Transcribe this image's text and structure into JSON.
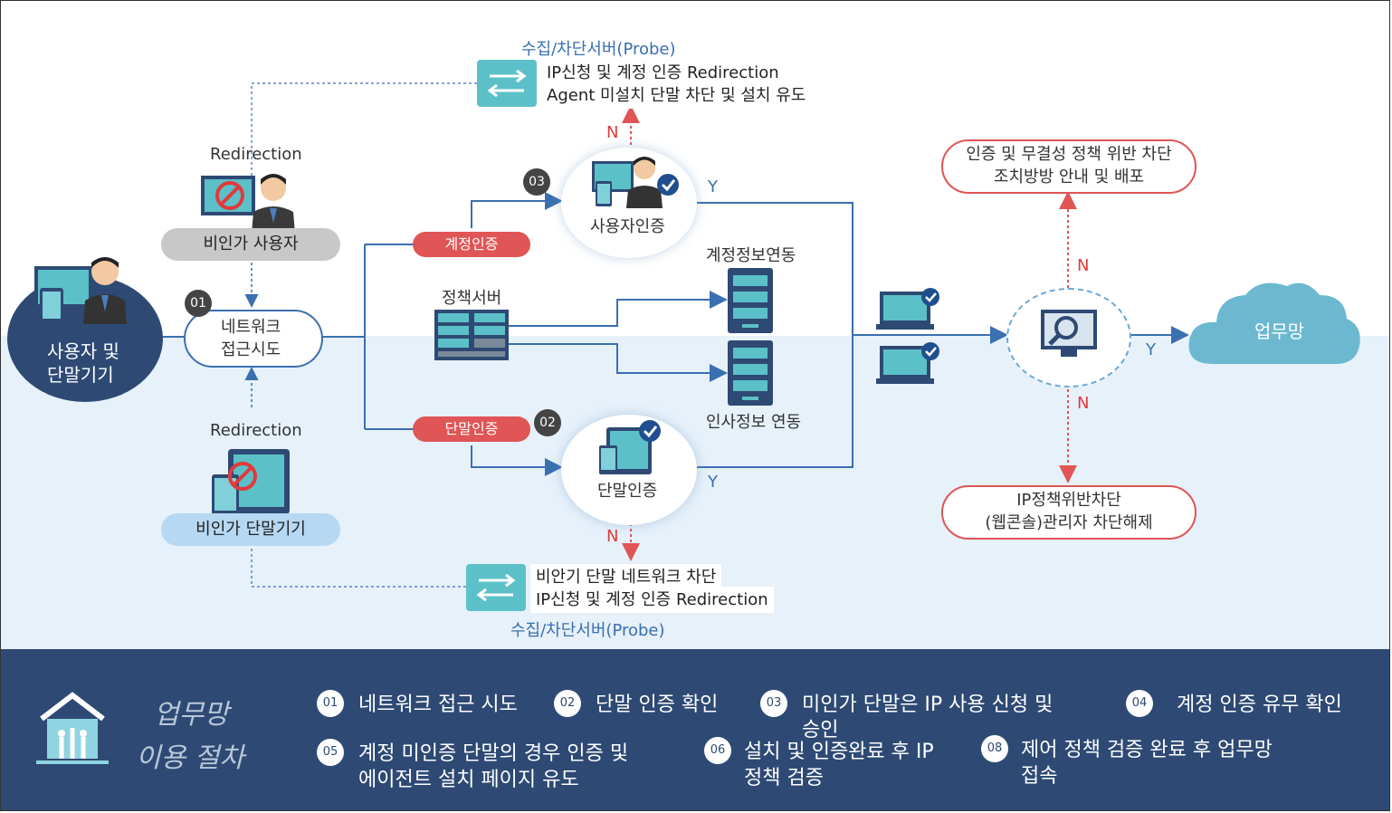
{
  "probe_top": {
    "title": "수집/차단서버(Probe)",
    "line1": "IP신청 및 계정 인증 Redirection",
    "line2": "Agent 미설치 단말 차단 및 설치 유도"
  },
  "probe_bottom": {
    "title": "수집/차단서버(Probe)",
    "line1": "비안기 단말 네트워크 차단",
    "line2": "IP신청 및 계정 인증 Redirection"
  },
  "redirection_label": "Redirection",
  "unauthorized_user": "비인가 사용자",
  "unauthorized_device": "비인가 단말기기",
  "user_device": {
    "line1": "사용자 및",
    "line2": "단말기기"
  },
  "network_access": {
    "line1": "네트워크",
    "line2": "접근시도"
  },
  "account_auth_tag": "계정인증",
  "device_auth_tag": "단말인증",
  "policy_server": "정책서버",
  "user_auth": "사용자인증",
  "device_auth": "단말인증",
  "account_sync": "계정정보연동",
  "hr_sync": "인사정보 연동",
  "yes": "Y",
  "no": "N",
  "violation_top": {
    "line1": "인증 및 무결성 정책 위반 차단",
    "line2": "조치방방 안내 및 배포"
  },
  "violation_bottom": {
    "line1": "IP정책위반차단",
    "line2": "(웹콘솔)관리자 차단해제"
  },
  "business_net": "업무망",
  "numbers": {
    "n01": "01",
    "n02": "02",
    "n03": "03"
  },
  "bottom": {
    "title1": "업무망",
    "title2": "이용 절차",
    "steps": [
      {
        "num": "01",
        "text": "네트워크 접근 시도"
      },
      {
        "num": "02",
        "text": "단말 인증 확인"
      },
      {
        "num": "03",
        "text": "미인가 단말은 IP 사용 신청 및",
        "text2": "승인"
      },
      {
        "num": "04",
        "text": "계정 인증 유무 확인"
      },
      {
        "num": "05",
        "text": "계정 미인증 단말의 경우 인증  및",
        "text2": "에이전트 설치  페이지 유도"
      },
      {
        "num": "06",
        "text": "설치 및 인증완료 후 IP",
        "text2": "정책 검증"
      },
      {
        "num": "08",
        "text": "제어 정책 검증 완료 후 업무망",
        "text2": "접속"
      }
    ]
  },
  "colors": {
    "navy": "#2e4a74",
    "red": "#e05555",
    "blue_line": "#3a6fb0",
    "teal": "#5cc0c8",
    "cloud": "#6bb8d0"
  }
}
